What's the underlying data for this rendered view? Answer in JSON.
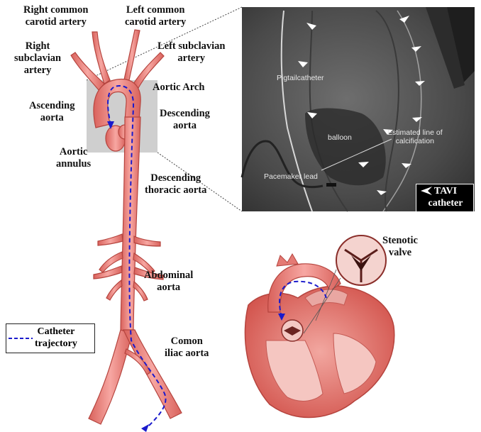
{
  "labels": {
    "right_common_carotid": "Right common\ncarotid artery",
    "left_common_carotid": "Left common\ncarotid artery",
    "right_subclavian": "Right\nsubclavian\nartery",
    "left_subclavian": "Left subclavian\nartery",
    "aortic_arch": "Aortic Arch",
    "ascending_aorta": "Ascending\naorta",
    "descending_aorta": "Descending\naorta",
    "aortic_annulus": "Aortic\nannulus",
    "descending_thoracic_aorta": "Descending\nthoracic aorta",
    "abdominal_aorta": "Abdominal\naorta",
    "comon_iliac_aorta": "Comon\niliac aorta",
    "stenotic_valve": "Stenotic\nvalve"
  },
  "legend": {
    "catheter_trajectory": "Catheter\ntrajectory"
  },
  "xray": {
    "pigtail_catheter": "Pigtailcatheter",
    "balloon": "balloon",
    "estimated_line": "Estimated line of\ncalcification",
    "pacemaker_lead": "Pacemaker lead",
    "tavi_catheter": "TAVI\ncatheter"
  },
  "colors": {
    "artery_fill": "#f08a86",
    "artery_stroke": "#b5443e",
    "catheter": "#1a1acc",
    "highlight_box": "#cfcfcf"
  }
}
